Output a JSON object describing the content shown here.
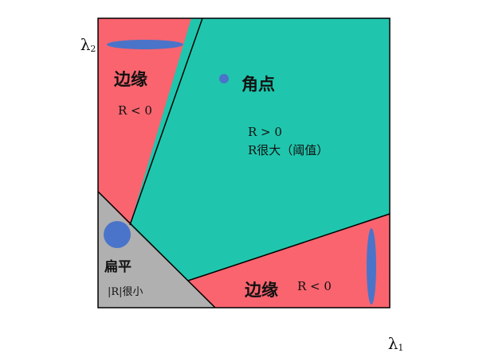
{
  "axes": {
    "y_label": "λ",
    "y_sub": "2",
    "x_label": "λ",
    "x_sub": "1"
  },
  "regions": {
    "edge_top": {
      "title": "边缘",
      "condition": "R < 0",
      "color": "#f9646f"
    },
    "corner": {
      "title": "角点",
      "condition_line1": "R > 0",
      "condition_line2": "R很大（阈值）",
      "color": "#1fc6ad"
    },
    "flat": {
      "title": "扁平",
      "condition": "|R|很小",
      "color": "#b0b0b0"
    },
    "edge_bottom": {
      "title": "边缘",
      "condition": "R < 0",
      "color": "#f9646f"
    }
  },
  "ellipse_color": "#4a74c9"
}
